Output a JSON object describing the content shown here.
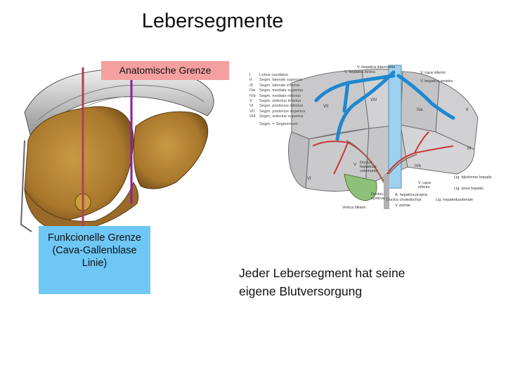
{
  "title": "Lebersegmente",
  "labels": {
    "anatomical_border": "Anatomische Grenze",
    "functional_border": "Funkcionelle Grenze (Cava-Gallenblase Linie)"
  },
  "caption": {
    "line1": "Jeder Lebersegment hat seine",
    "line2": "eigene Blutversorgung"
  },
  "legend": [
    {
      "num": "I",
      "text": "Lobus caudatus"
    },
    {
      "num": "II",
      "text": "Segm. laterale superius"
    },
    {
      "num": "III",
      "text": "Segm. laterale inferius"
    },
    {
      "num": "IVa",
      "text": "Segm. mediale superius"
    },
    {
      "num": "IVb",
      "text": "Segm. mediale inferius"
    },
    {
      "num": "V",
      "text": "Segm. anterius inferius"
    },
    {
      "num": "VI",
      "text": "Segm. posterius inferius"
    },
    {
      "num": "VII",
      "text": "Segm. posterius superius"
    },
    {
      "num": "VIII",
      "text": "Segm. anterius superius"
    },
    {
      "num": "",
      "text": "Segm. = Segmentum"
    }
  ],
  "anatomy_labels": {
    "v_hep_intermedia": "V. hepatica intermedia",
    "v_hep_dextra": "V. hepatica dextra",
    "v_cava_inferior_top": "V. cava inferior",
    "v_hep_sinistra": "V. hepatica sinistra",
    "ductus_hepaticus": "Ductus hepaticus communis",
    "v_cava_inferior_bottom": "V. cava inferior",
    "lig_falciforme": "Lig. falciforme hepatis",
    "lig_teres": "Lig. teres hepatis",
    "a_hepatica": "A. hepatica propria",
    "ductus_cysticus": "Ductus cysticus",
    "ductus_choledochus": "Ductus choledochus",
    "lig_hepatoduodenale": "Lig. hepatoduodenale",
    "v_portae": "V. portae",
    "vesica_biliaris": "Vesica biliaris"
  },
  "segment_labels": [
    "VII",
    "VIII",
    "IVa",
    "II",
    "VI",
    "V",
    "IVb",
    "III"
  ],
  "colors": {
    "anatomical_box": "#f4a0a0",
    "functional_box": "#6ec7f5",
    "anatomical_line": "#b0405a",
    "functional_line": "#8a1fa0",
    "liver": "#b8893a",
    "vein_blue": "#1e88d0",
    "artery_red": "#c8363a"
  }
}
